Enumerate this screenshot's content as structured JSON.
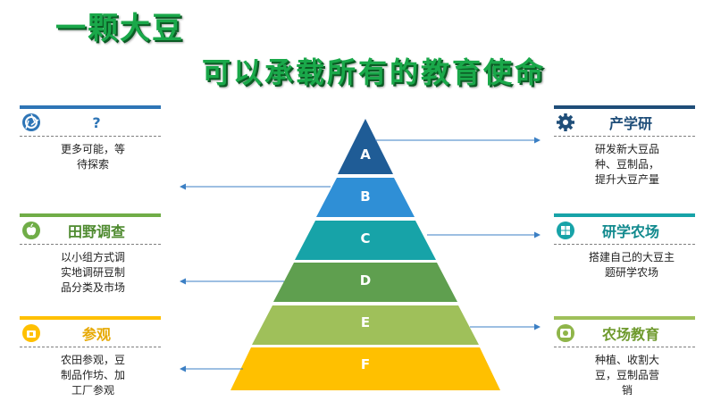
{
  "title": {
    "line1": "一颗大豆",
    "line2": "可以承载所有的教育使命"
  },
  "pyramid": {
    "layers": [
      {
        "label": "A",
        "color": "#1f5c96"
      },
      {
        "label": "B",
        "color": "#2f8fd6"
      },
      {
        "label": "C",
        "color": "#17a3a8"
      },
      {
        "label": "D",
        "color": "#5f9f4f"
      },
      {
        "label": "E",
        "color": "#9fc05a"
      },
      {
        "label": "F",
        "color": "#ffc000"
      }
    ]
  },
  "panels": {
    "left_top": {
      "heading": "?",
      "body": [
        "更多可能，等",
        "待探索"
      ],
      "icon": "aperture-icon",
      "color": "#2e75b6"
    },
    "left_mid": {
      "heading": "田野调查",
      "body": [
        "以小组方式调",
        "实地调研豆制",
        "品分类及市场"
      ],
      "icon": "apple-icon",
      "color": "#70ad47"
    },
    "left_bottom": {
      "heading": "参观",
      "body": [
        "农田参观，豆",
        "制品作坊、加",
        "工厂参观"
      ],
      "icon": "bag-icon",
      "color": "#ffc000"
    },
    "right_top": {
      "heading": "产学研",
      "body": [
        "研发新大豆品",
        "种、豆制品，",
        "提升大豆产量"
      ],
      "icon": "gear-icon",
      "color": "#1f4e79"
    },
    "right_mid": {
      "heading": "研学农场",
      "body": [
        "搭建自己的大豆主",
        "题研学农场"
      ],
      "icon": "windows-icon",
      "color": "#17a3a8"
    },
    "right_bottom": {
      "heading": "农场教育",
      "body": [
        "种植、收割大",
        "豆，豆制品营",
        "销"
      ],
      "icon": "camera-icon",
      "color": "#9fc05a"
    }
  }
}
